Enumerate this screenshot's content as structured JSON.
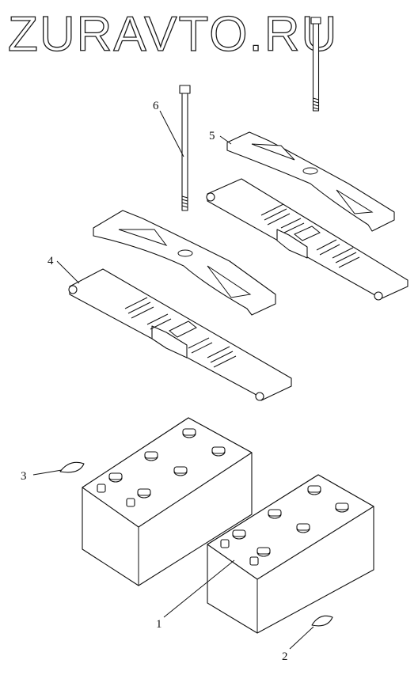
{
  "watermark": "ZURAVTO.RU",
  "callouts": [
    {
      "label": "1",
      "part": "battery"
    },
    {
      "label": "2",
      "part": "terminal-cap"
    },
    {
      "label": "3",
      "part": "terminal-cap"
    },
    {
      "label": "4",
      "part": "battery-tray-strap"
    },
    {
      "label": "5",
      "part": "hold-down-clamp"
    },
    {
      "label": "6",
      "part": "hold-down-rod"
    }
  ]
}
